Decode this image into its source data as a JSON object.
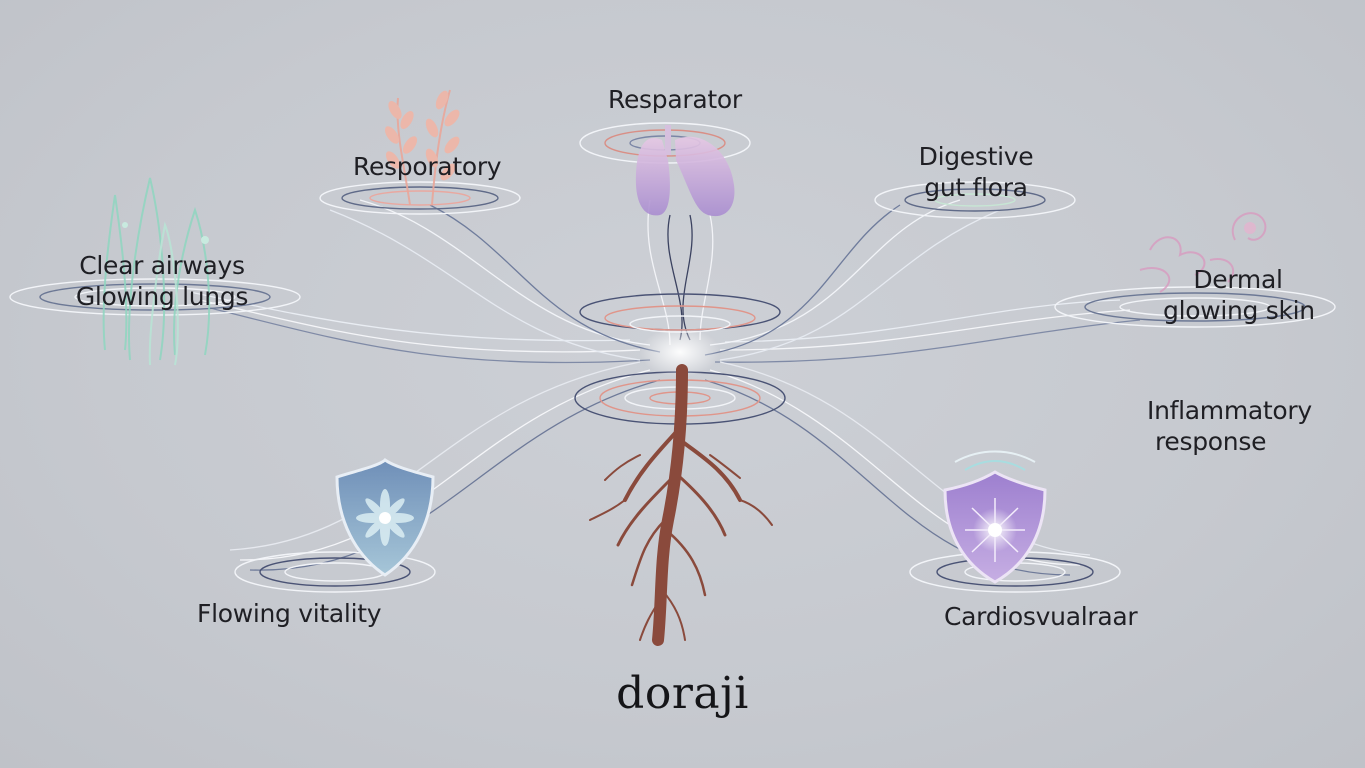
{
  "title": "doraji",
  "labels": {
    "resparator": "Resparator",
    "respiratory": "Resporatory",
    "digestive_line1": "Digestive",
    "digestive_line2": "gut flora",
    "clear_line1": "Clear airways",
    "clear_line2": "Glowing lungs",
    "dermal_line1": "Dermal",
    "dermal_line2": "glowing skin",
    "inflammatory_line1": "Inflammatory",
    "inflammatory_line2": "response",
    "flowing": "Flowing vitality",
    "cardio": "Cardiosvualraar"
  },
  "icons": {
    "top_left": "fern-icon",
    "top_center": "lungs-icon",
    "left": "wave-icon",
    "right_top": "flower-icon",
    "bottom_left": "shield-flower-icon",
    "bottom_right": "shield-sun-icon",
    "center": "root-icon"
  },
  "colors": {
    "background": "#c6c9cf",
    "root": "#8a4a3c",
    "lungs": "#b99ccf",
    "left_shield": "#7fa3c4",
    "right_shield": "#b394d6",
    "wave": "#8fd6c0",
    "fern": "#e8a99a",
    "flower": "#d89bc0"
  }
}
